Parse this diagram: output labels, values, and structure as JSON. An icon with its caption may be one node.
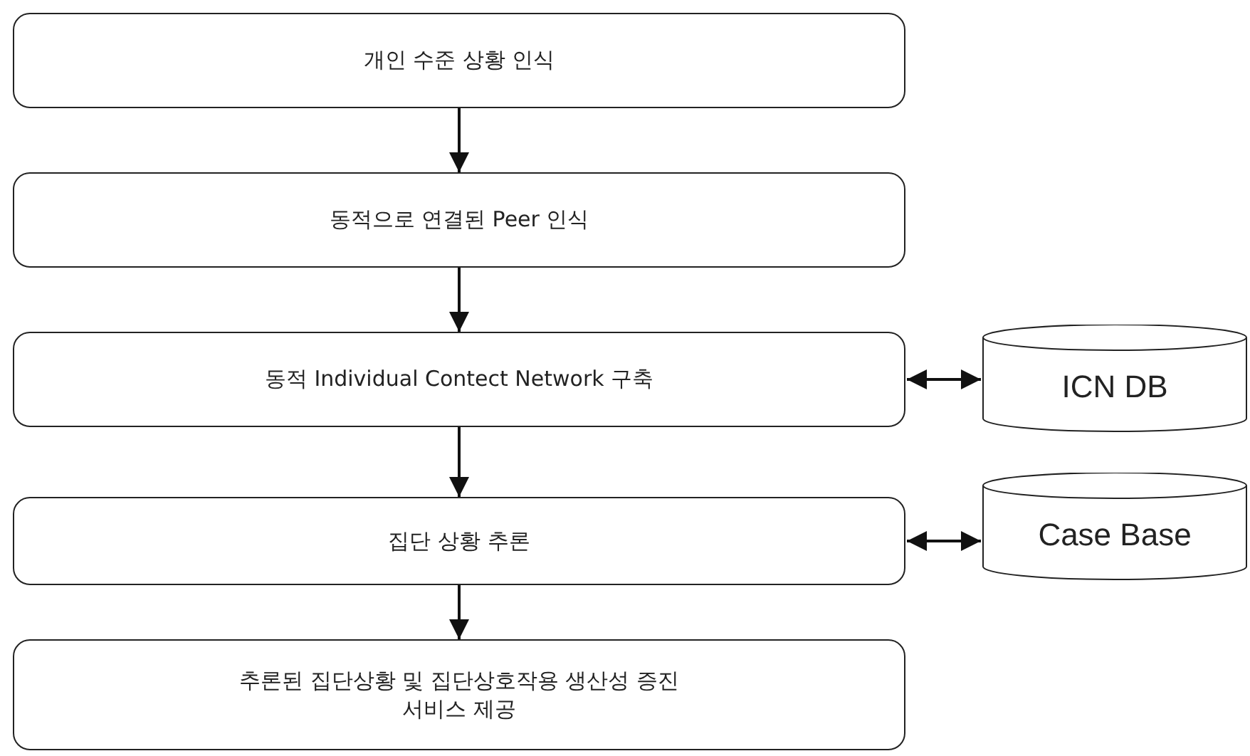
{
  "diagram": {
    "nodes": [
      {
        "text": [
          "개인 수준 상황 인식"
        ]
      },
      {
        "text": [
          "동적으로 연결된 Peer 인식"
        ]
      },
      {
        "text": [
          "동적 Individual Contect Network 구축"
        ]
      },
      {
        "text": [
          "집단 상황 추론"
        ]
      },
      {
        "text": [
          "추론된 집단상황 및 집단상호작용 생산성 증진 서비스 제공"
        ]
      },
      {
        "text": [
          "ICN DB"
        ]
      },
      {
        "text": [
          "Case Base"
        ]
      }
    ],
    "edges": [
      {
        "from": 0,
        "to": 1,
        "arrow": "to"
      },
      {
        "from": 1,
        "to": 2,
        "arrow": "to"
      },
      {
        "from": 2,
        "to": 3,
        "arrow": "to"
      },
      {
        "from": 3,
        "to": 4,
        "arrow": "to"
      },
      {
        "from": 2,
        "to": 5,
        "arrow": "both"
      },
      {
        "from": 3,
        "to": 6,
        "arrow": "both"
      }
    ]
  }
}
